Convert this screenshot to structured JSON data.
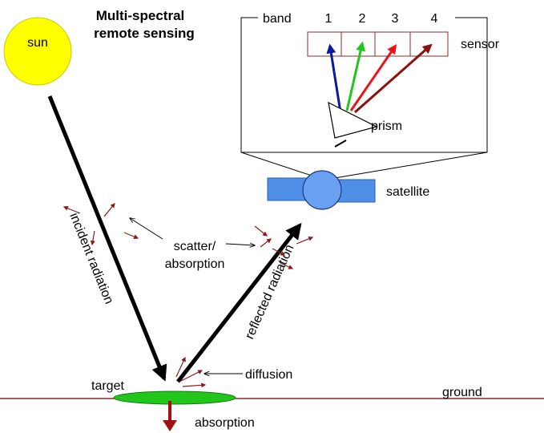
{
  "title_line1": "Multi-spectral",
  "title_line2": "remote sensing",
  "sun_label": "sun",
  "band_label": "band",
  "bands": [
    "1",
    "2",
    "3",
    "4"
  ],
  "sensor_label": "sensor",
  "prism_label": "prism",
  "satellite_label": "satellite",
  "scatter_label_line1": "scatter/",
  "scatter_label_line2": "absorption",
  "incident_label": "incident radiation",
  "reflected_label": "reflected radiation",
  "target_label": "target",
  "diffusion_label": "diffusion",
  "ground_label": "ground",
  "absorption_label": "absorption",
  "colors": {
    "sun": "#ffff00",
    "satellite": "#4f8fe8",
    "target": "#22c51a",
    "scatter_arrows": "#8b1a1a",
    "ground_line": "#8b2a2a",
    "band1": "#0a1aa0",
    "band2": "#22c51a",
    "band3": "#e8141a",
    "band4": "#8b1010",
    "absorption_arrow": "#a01010"
  }
}
